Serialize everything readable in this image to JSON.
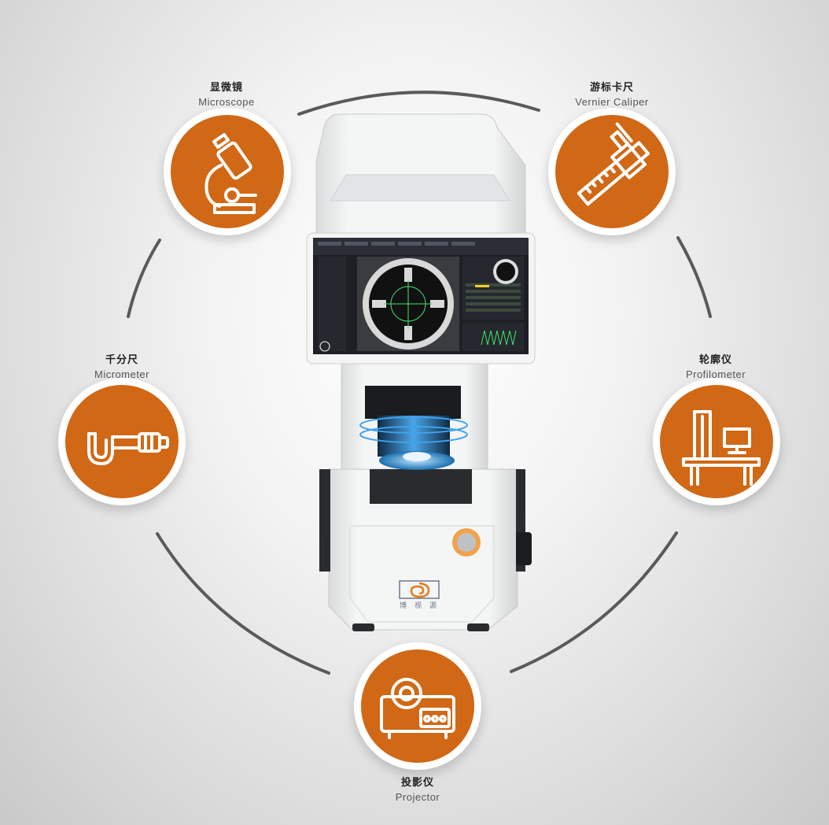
{
  "tools": [
    {
      "id": "microscope",
      "cn": "显微镜",
      "en": "Microscope",
      "icon": "microscope-icon"
    },
    {
      "id": "vernier",
      "cn": "游标卡尺",
      "en": "Vernier Caliper",
      "icon": "caliper-icon"
    },
    {
      "id": "micrometer",
      "cn": "千分尺",
      "en": "Micrometer",
      "icon": "micrometer-icon"
    },
    {
      "id": "profilometer",
      "cn": "轮廓仪",
      "en": "Profilometer",
      "icon": "profilometer-icon"
    },
    {
      "id": "projector",
      "cn": "投影仪",
      "en": "Projector",
      "icon": "projector-icon"
    }
  ],
  "brand": {
    "logo_text": "博视源"
  },
  "colors": {
    "accent": "#d06816",
    "machine_body": "#eceeee",
    "screen": "#1d1f24",
    "ring": "#5a5a5a"
  }
}
